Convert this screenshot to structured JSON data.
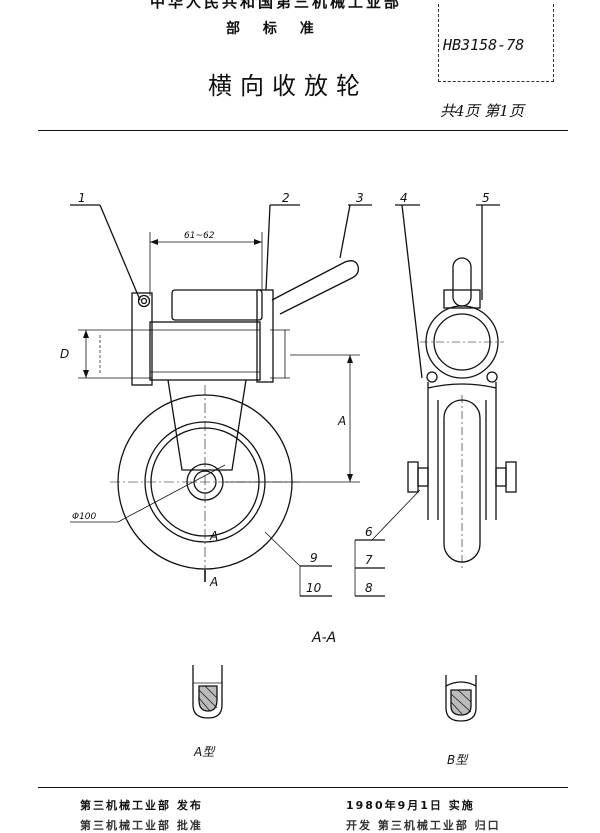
{
  "header": {
    "ministry_line": "中华人民共和国第三机械工业部",
    "standard_type": "部 标 准",
    "standard_number": "HB3158-78",
    "title": "横向收放轮",
    "page_info": "共4页 第1页"
  },
  "drawing": {
    "dimensions": {
      "width_range": "61~62",
      "diameter": "Φ100",
      "height": "D",
      "offset": "A"
    },
    "part_labels": [
      "1",
      "2",
      "3",
      "4",
      "5",
      "6",
      "7",
      "8",
      "9",
      "10"
    ],
    "section_mark": "A",
    "section_title": "A-A",
    "variant_a": "A型",
    "variant_b": "B型"
  },
  "footer": {
    "publisher": "第三机械工业部 发布",
    "effective": "1980年9月1日 实施",
    "line2_left": "第三机械工业部 批准",
    "line2_right": "开发 第三机械工业部 归口"
  }
}
